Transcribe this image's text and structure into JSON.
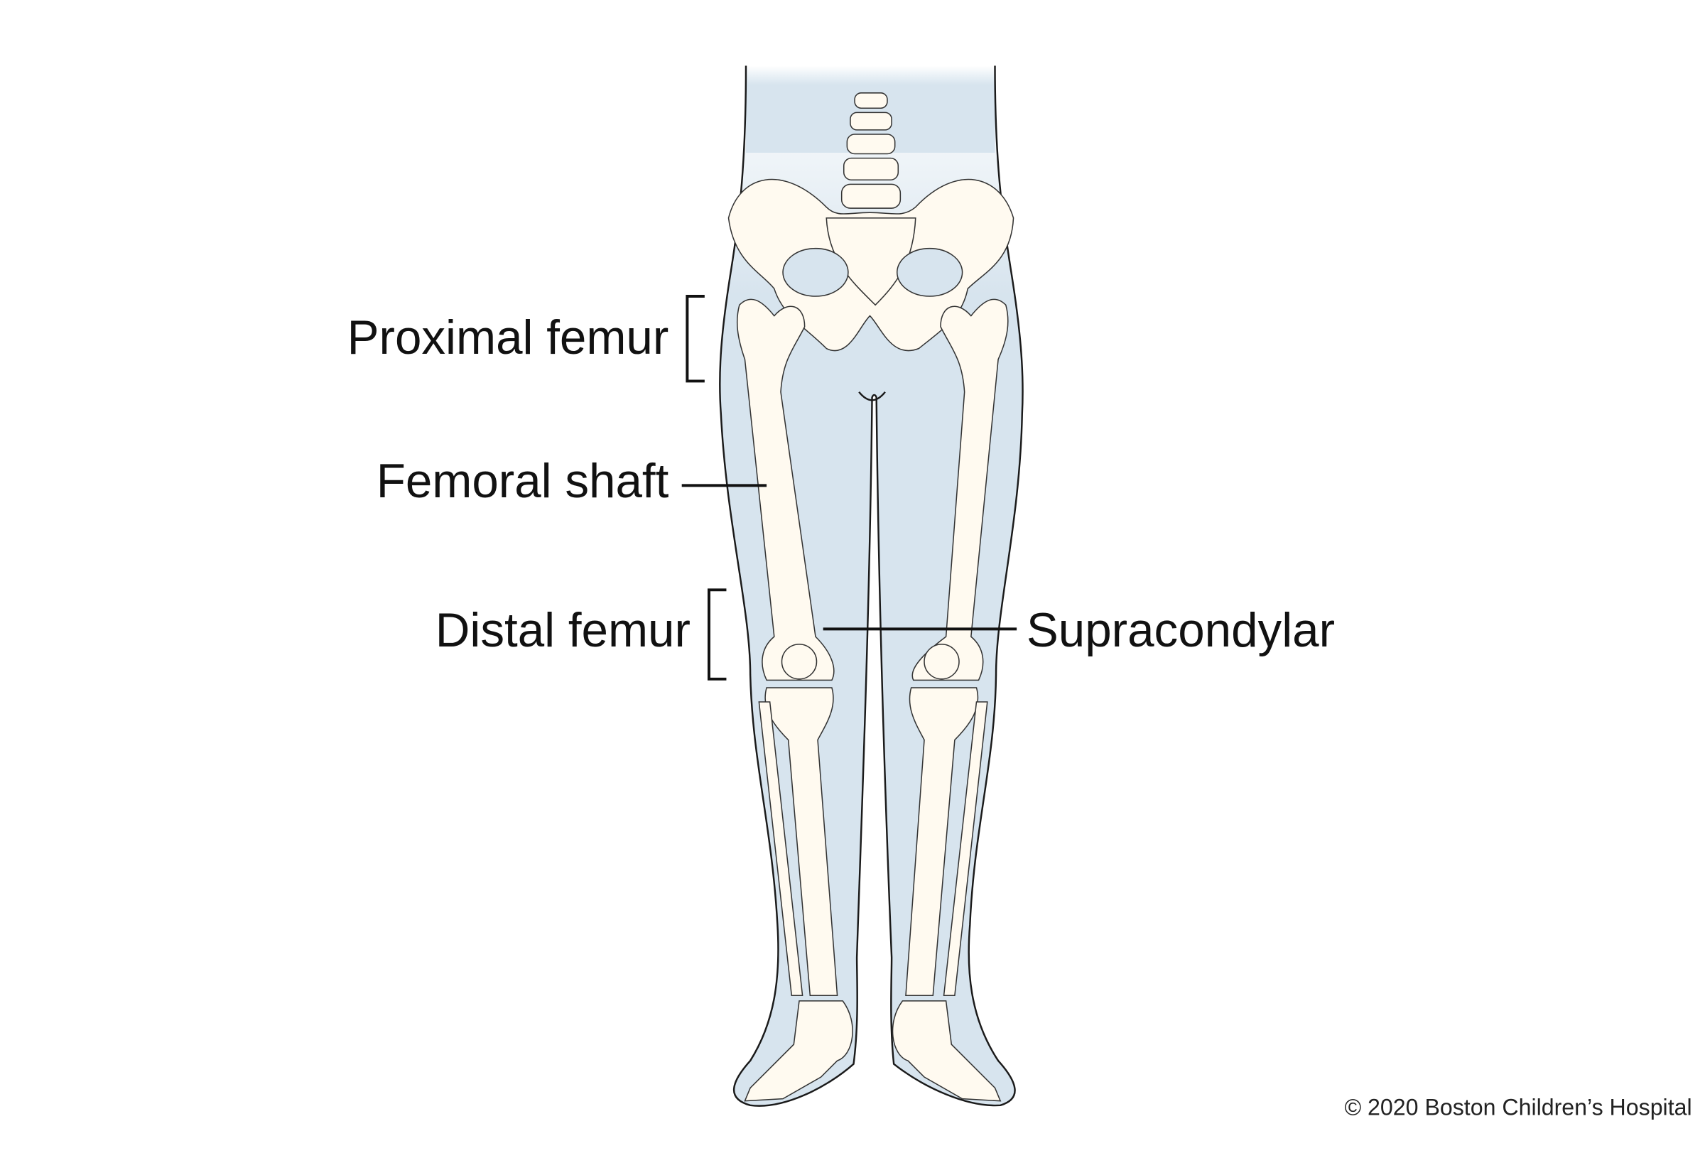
{
  "labels": {
    "proximal_femur": "Proximal femur",
    "femoral_shaft": "Femoral shaft",
    "distal_femur": "Distal femur",
    "supracondylar": "Supracondylar"
  },
  "copyright": "© 2020 Boston Children’s Hospital",
  "colors": {
    "skin": "#d7e4ee",
    "bone": "#fffaf0",
    "text": "#111111"
  }
}
